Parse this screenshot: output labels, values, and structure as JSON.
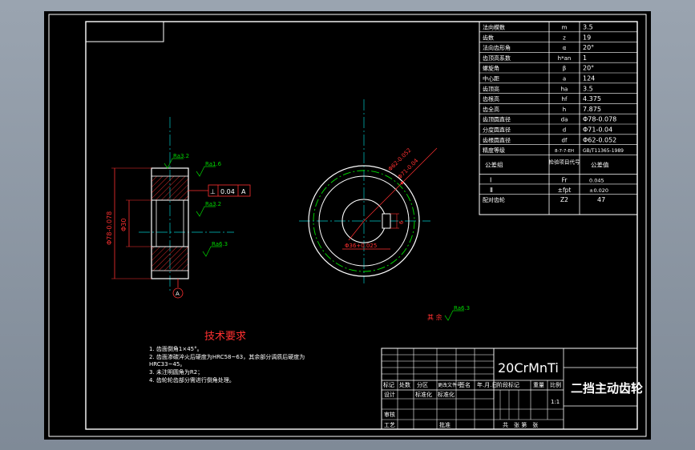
{
  "colors": {
    "background": "#000000",
    "frame": "#ffffff",
    "part_outline": "#ffffff",
    "center_line": "#00c8c8",
    "dimension": "#ff3030",
    "annotation": "#00d400",
    "gear_circle": "#00e000",
    "hatch": "#ff3030",
    "title": "#ff3030"
  },
  "param_table": {
    "rows": [
      {
        "name": "法向模数",
        "symbol": "m",
        "value": "3.5"
      },
      {
        "name": "齿数",
        "symbol": "z",
        "value": "19"
      },
      {
        "name": "法向齿形角",
        "symbol": "α",
        "value": "20°"
      },
      {
        "name": "齿顶高系数",
        "symbol": "h*an",
        "value": "1"
      },
      {
        "name": "螺旋角",
        "symbol": "β",
        "value": "20°"
      },
      {
        "name": "中心距",
        "symbol": "a",
        "value": "124"
      },
      {
        "name": "齿顶高",
        "symbol": "ha",
        "value": "3.5"
      },
      {
        "name": "齿根高",
        "symbol": "hf",
        "value": "4.375"
      },
      {
        "name": "齿全高",
        "symbol": "h",
        "value": "7.875"
      },
      {
        "name": "齿顶圆直径",
        "symbol": "da",
        "value": "Φ78-0.078"
      },
      {
        "name": "分度圆直径",
        "symbol": "d",
        "value": "Φ71-0.04"
      },
      {
        "name": "齿根圆直径",
        "symbol": "df",
        "value": "Φ62-0.052"
      },
      {
        "name": "精度等级",
        "symbol": "8-7-7-EH",
        "value": "GB/T11365-1989"
      }
    ],
    "group_header": {
      "col1": "公差组",
      "col2": "检验项目代号",
      "col3": "公差值"
    },
    "group_rows": [
      {
        "group": "Ⅰ",
        "code": "Fr",
        "tol": "0.045"
      },
      {
        "group": "Ⅱ",
        "code": "±fpt",
        "tol": "±0.020"
      }
    ],
    "mating": {
      "name": "配对齿轮",
      "symbol": "Z2",
      "value": "47"
    }
  },
  "section_view": {
    "od_dim": "Φ78-0.078",
    "bore_dim": "Φ30",
    "perp_symbol": "⊥",
    "perp_value": "0.04",
    "datum": "A",
    "roughness": [
      "Ra3.2",
      "Ra1.6",
      "Ra3.2",
      "Ra6.3"
    ]
  },
  "front_view": {
    "dia1": "Φ62-0.052",
    "dia2": "Φ71-0.04",
    "bore": "Φ36+0.025",
    "key": "6"
  },
  "remaining_roughness": {
    "label": "其 余",
    "value": "Ra6.3"
  },
  "tech_req": {
    "title": "技术要求",
    "items": [
      "1. 齿面倒角1×45°。",
      "2. 齿面渗碳淬火后硬度为HRC58~63，其余部分调质后硬度为",
      "HRC33~45。",
      "3. 未注明圆角为R2；",
      "4. 齿轮轮齿部分需进行倒角处理。"
    ]
  },
  "title_block": {
    "material": "20CrMnTi",
    "part_name": "二挡主动齿轮",
    "rev_labels": [
      "标记",
      "处数",
      "分区",
      "更改文件号",
      "签名",
      "年.月.日"
    ],
    "design_labels": [
      "设计",
      "标准化"
    ],
    "review_labels": [
      "审核"
    ],
    "process_labels": [
      "工艺",
      "批准"
    ],
    "stage_label": "阶段标记",
    "weight_label": "重量",
    "scale_label": "比例",
    "scale_value": "1:1",
    "sheet_text": "共　张 第　张"
  }
}
